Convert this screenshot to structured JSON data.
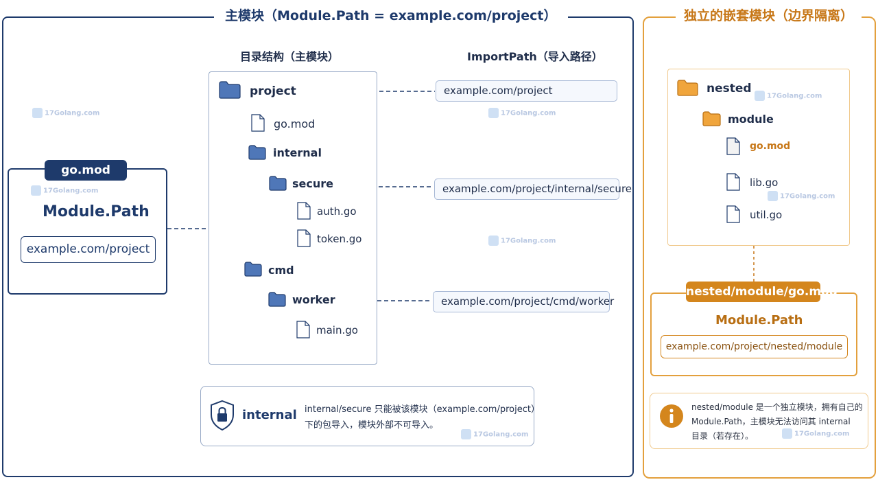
{
  "main": {
    "title": "主模块（Module.Path = example.com/project）",
    "dir_header": "目录结构（主模块）",
    "import_header": "ImportPath（导入路径）",
    "gomod": {
      "pill": "go.mod",
      "label": "Module.Path",
      "value": "example.com/project"
    },
    "tree": {
      "project": "project",
      "gomod": "go.mod",
      "internal": "internal",
      "secure": "secure",
      "auth": "auth.go",
      "token": "token.go",
      "cmd": "cmd",
      "worker": "worker",
      "main": "main.go"
    },
    "imports": {
      "project": "example.com/project",
      "secure": "example.com/project/internal/secure",
      "worker": "example.com/project/cmd/worker"
    },
    "note": {
      "label": "internal",
      "line1": "internal/secure 只能被该模块（example.com/project）",
      "line2": "下的包导入，模块外部不可导入。"
    }
  },
  "nested": {
    "title": "独立的嵌套模块（边界隔离）",
    "tree": {
      "nested": "nested",
      "module": "module",
      "gomod": "go.mod",
      "lib": "lib.go",
      "util": "util.go"
    },
    "card": {
      "pill": "nested/module/go.mod",
      "label": "Module.Path",
      "value": "example.com/project/nested/module"
    },
    "info": {
      "line1": "nested/module 是一个独立模块，拥有自己的",
      "line2": "Module.Path，主模块无法访问其 internal",
      "line3": "目录（若存在）。"
    }
  },
  "watermark": "17Golang.com",
  "colors": {
    "navy": "#1e3a6b",
    "folder_blue": "#4f77b8",
    "orange": "#e3a03d",
    "folder_orange": "#f0a53c"
  }
}
